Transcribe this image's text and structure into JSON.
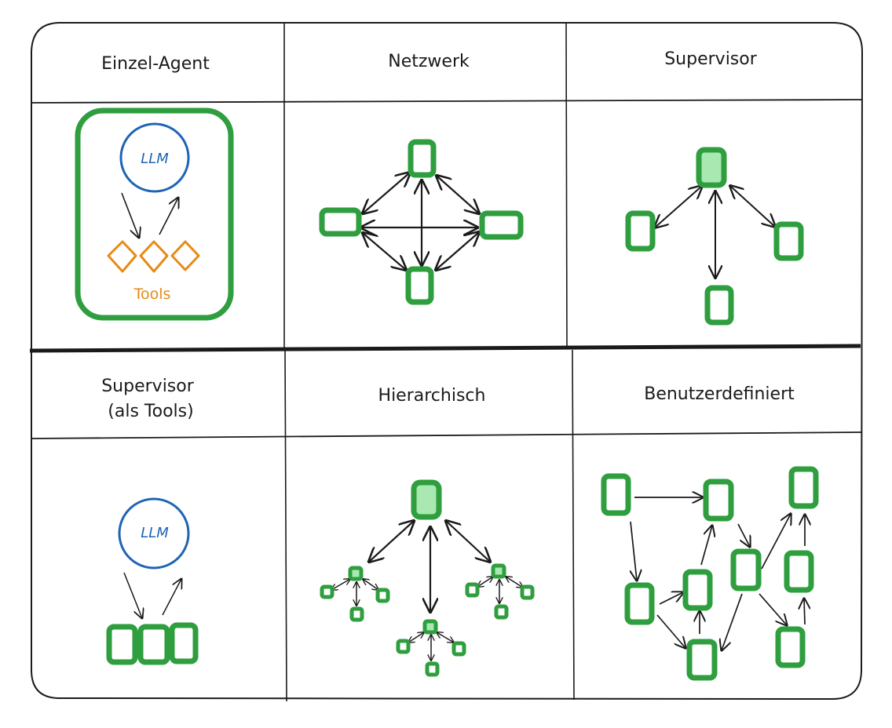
{
  "colors": {
    "ink": "#1a1a1a",
    "agent_green": "#2e9e3e",
    "supervisor_fill": "#a9e8b0",
    "llm_blue": "#1f64b4",
    "tools_orange": "#e88a14"
  },
  "panels": [
    {
      "id": "einzel-agent",
      "title": "Einzel-Agent",
      "llm_label": "LLM",
      "tools_label": "Tools"
    },
    {
      "id": "netzwerk",
      "title": "Netzwerk"
    },
    {
      "id": "supervisor",
      "title": "Supervisor"
    },
    {
      "id": "supervisor-tools",
      "title_line1": "Supervisor",
      "title_line2": "(als Tools)",
      "llm_label": "LLM"
    },
    {
      "id": "hierarchisch",
      "title": "Hierarchisch"
    },
    {
      "id": "benutzerdefiniert",
      "title": "Benutzerdefiniert"
    }
  ]
}
